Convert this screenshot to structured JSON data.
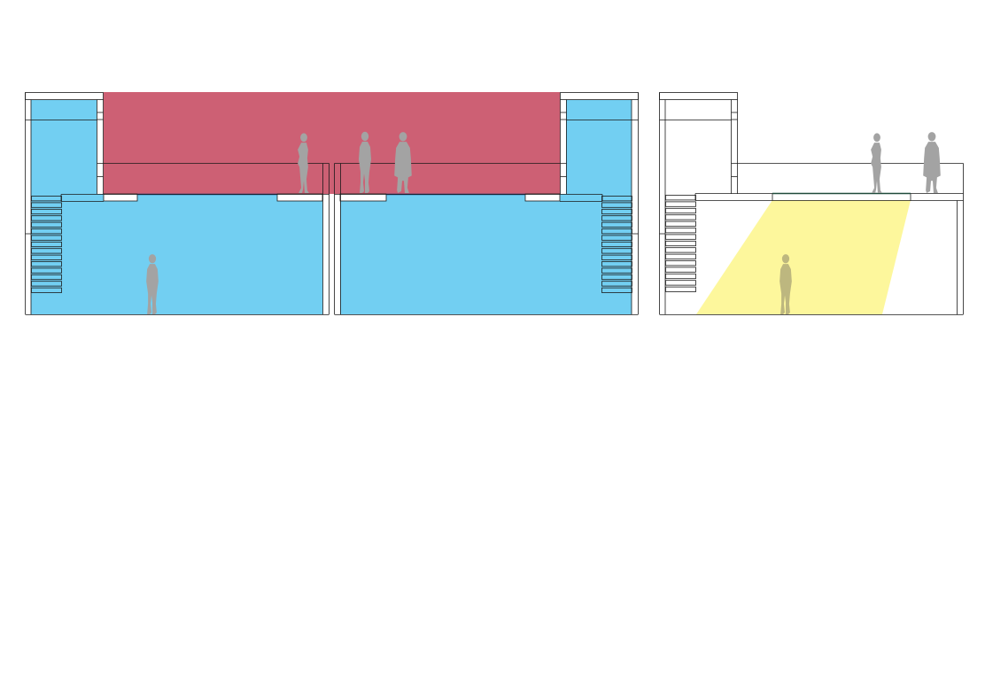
{
  "diagram": {
    "kind": "architectural-section",
    "colors": {
      "volume_blue": "#72cff2",
      "volume_red": "#cd6074",
      "light_beam_yellow": "#fdf79c",
      "line": "#1a1a1a",
      "figure_gray": "#a3a3a3",
      "figure_olive": "#bdb77f",
      "background": "#ffffff"
    },
    "sections": [
      {
        "name": "left-section-left-half",
        "fills": [
          "blue",
          "red"
        ],
        "stair_side": "left",
        "figures": 2
      },
      {
        "name": "left-section-right-half",
        "fills": [
          "blue",
          "red"
        ],
        "stair_side": "right",
        "figures": 2
      },
      {
        "name": "right-section",
        "fills": [
          "yellow-light-beam"
        ],
        "stair_side": "left",
        "figures": 3
      }
    ]
  }
}
